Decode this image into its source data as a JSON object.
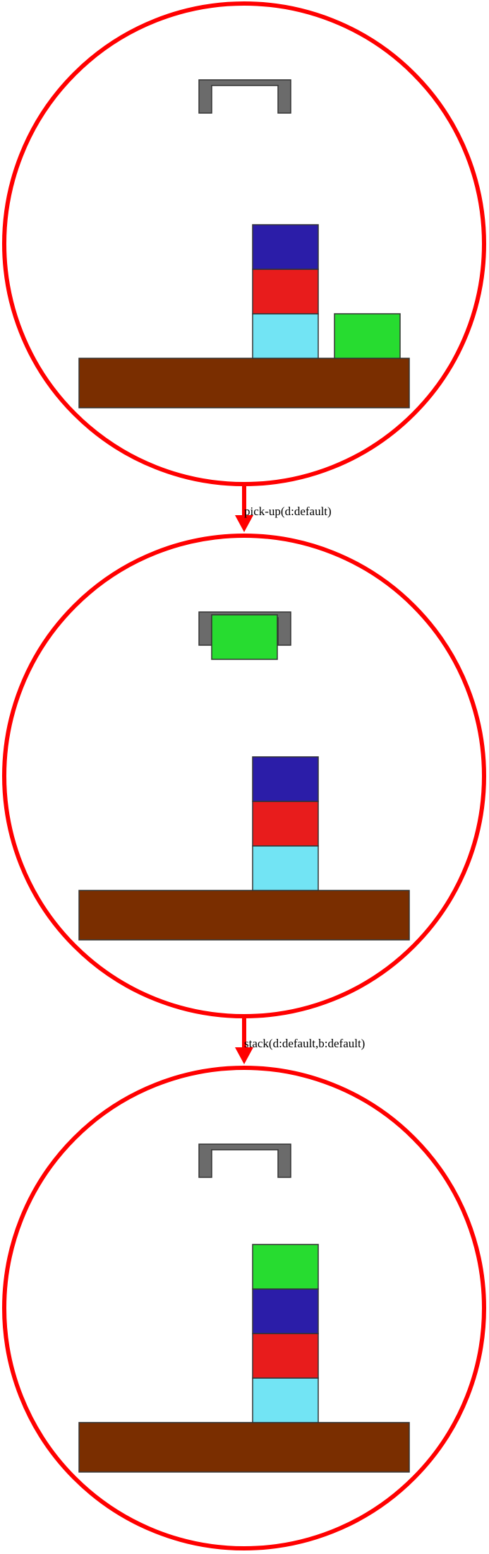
{
  "colors": {
    "ring": "#ff0000",
    "table": "#7a2e00",
    "gripper": "#6b6b6b",
    "block_cyan": "#72e4f4",
    "block_red": "#e81c1c",
    "block_blue": "#2b1da8",
    "block_green": "#27dc30",
    "outline": "#333333"
  },
  "states": [
    {
      "holding": null,
      "stacks": [
        [
          "block_cyan",
          "block_red",
          "block_blue"
        ],
        [
          "block_green"
        ]
      ]
    },
    {
      "holding": "block_green",
      "stacks": [
        [
          "block_cyan",
          "block_red",
          "block_blue"
        ]
      ]
    },
    {
      "holding": null,
      "stacks": [
        [
          "block_cyan",
          "block_red",
          "block_blue",
          "block_green"
        ]
      ]
    }
  ],
  "actions": [
    {
      "label": "pick-up(d:default)"
    },
    {
      "label": "stack(d:default,b:default)"
    }
  ]
}
